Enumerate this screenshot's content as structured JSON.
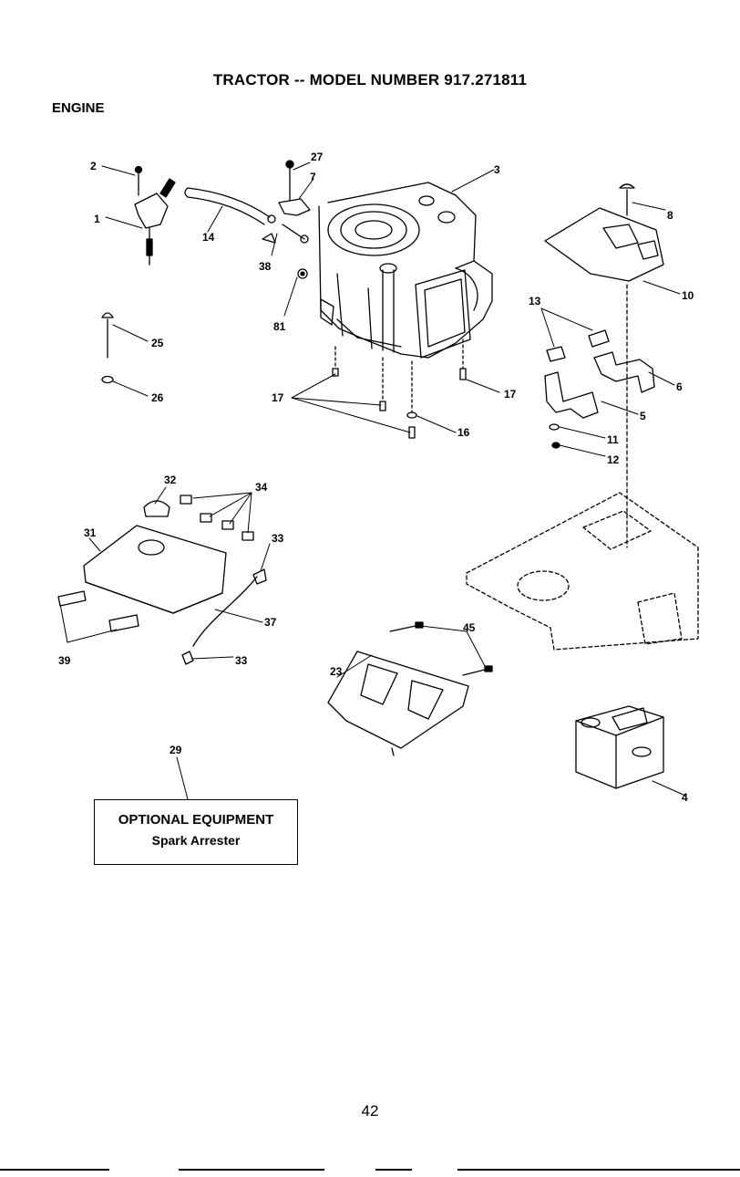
{
  "header": {
    "title": "TRACTOR -- MODEL NUMBER 917.271811",
    "section": "ENGINE"
  },
  "callouts": {
    "c1": "1",
    "c2": "2",
    "c3": "3",
    "c4": "4",
    "c5": "5",
    "c6": "6",
    "c7": "7",
    "c8": "8",
    "c10": "10",
    "c11": "11",
    "c12": "12",
    "c13": "13",
    "c14": "14",
    "c16": "16",
    "c17a": "17",
    "c17b": "17",
    "c23": "23",
    "c25": "25",
    "c26": "26",
    "c27": "27",
    "c29": "29",
    "c31": "31",
    "c32": "32",
    "c33a": "33",
    "c33b": "33",
    "c34": "34",
    "c37": "37",
    "c38": "38",
    "c39": "39",
    "c45": "45",
    "c81": "81"
  },
  "optional_equipment": {
    "heading": "OPTIONAL EQUIPMENT",
    "item": "Spark Arrester"
  },
  "footer": {
    "page_number": "42"
  }
}
